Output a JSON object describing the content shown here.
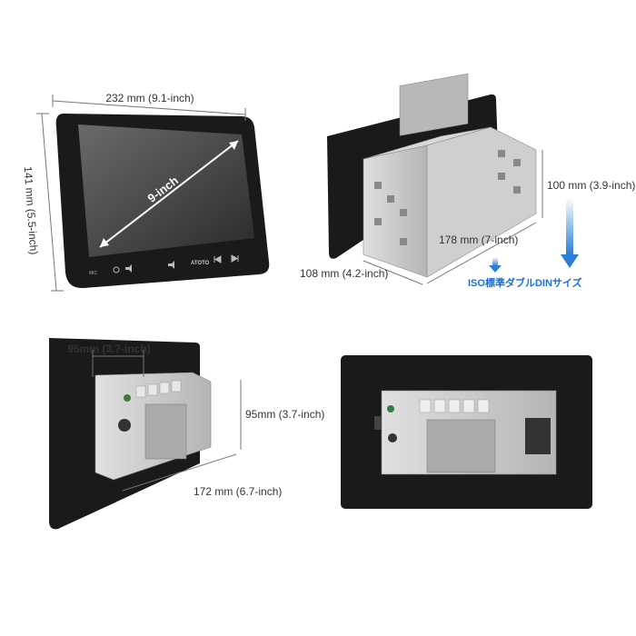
{
  "panels": {
    "front": {
      "width_label": "232 mm (9.1-inch)",
      "height_label": "141 mm (5.5-inch)",
      "diagonal_label": "9-inch",
      "brand": "ATOTO",
      "mic_label": "MIC"
    },
    "din_side": {
      "depth_label": "178 mm (7-inch)",
      "width_label": "108 mm (4.2-inch)",
      "height_label": "100 mm (3.9-inch)",
      "iso_label": "ISO標準ダブルDINサイズ"
    },
    "back_angle": {
      "top_label": "95mm (3.7-inch)",
      "height_label": "95mm (3.7-inch)",
      "depth_label": "172 mm (6.7-inch)"
    },
    "back_flat": {}
  },
  "colors": {
    "bezel": "#1a1a1a",
    "screen": "#555555",
    "metal": "#c8c8c8",
    "arrow_blue": "#2a7fd4",
    "iso_text": "#1e6fd0"
  }
}
